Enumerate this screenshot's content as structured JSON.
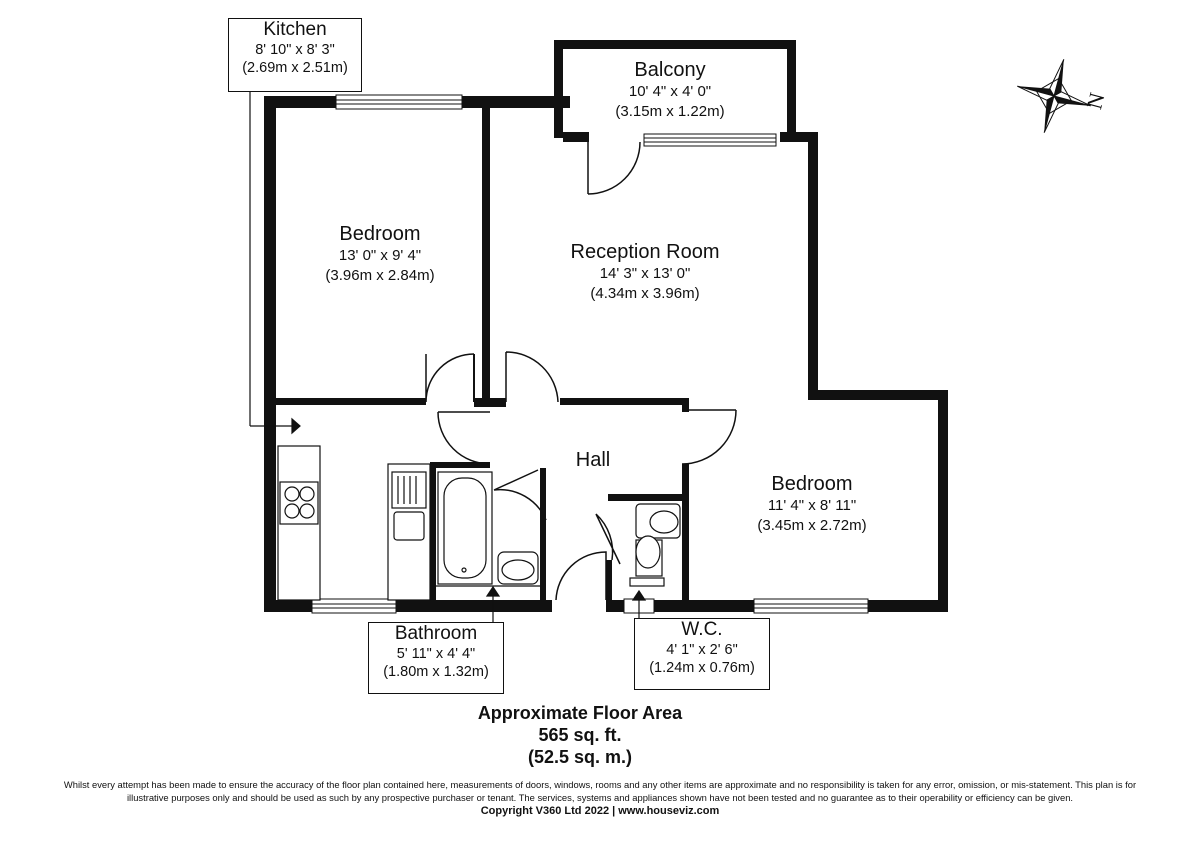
{
  "rooms": {
    "kitchen": {
      "name": "Kitchen",
      "imperial": "8' 10\" x 8' 3\"",
      "metric": "(2.69m x 2.51m)"
    },
    "balcony": {
      "name": "Balcony",
      "imperial": "10' 4\" x 4' 0\"",
      "metric": "(3.15m x 1.22m)"
    },
    "bedroom1": {
      "name": "Bedroom",
      "imperial": "13' 0\" x 9' 4\"",
      "metric": "(3.96m x 2.84m)"
    },
    "reception": {
      "name": "Reception Room",
      "imperial": "14' 3\" x 13' 0\"",
      "metric": "(4.34m x 3.96m)"
    },
    "hall": {
      "name": "Hall"
    },
    "bedroom2": {
      "name": "Bedroom",
      "imperial": "11' 4\" x 8' 11\"",
      "metric": "(3.45m x 2.72m)"
    },
    "bathroom": {
      "name": "Bathroom",
      "imperial": "5' 11\" x 4' 4\"",
      "metric": "(1.80m x 1.32m)"
    },
    "wc": {
      "name": "W.C.",
      "imperial": "4' 1\" x 2' 6\"",
      "metric": "(1.24m x 0.76m)"
    }
  },
  "compass": {
    "label": "N"
  },
  "area": {
    "title": "Approximate Floor Area",
    "imperial": "565 sq. ft.",
    "metric": "(52.5 sq. m.)"
  },
  "disclaimer": {
    "line1": "Whilst every attempt has been made to ensure the accuracy of the floor plan contained here, measurements of doors, windows, rooms and any other items are approximate and no responsibility is taken for any error, omission, or mis-statement. This plan is for",
    "line2": "illustrative purposes only and should be used as such by any prospective purchaser or tenant. The services, systems and appliances shown have not been tested and no guarantee as to their operability or efficiency can be given."
  },
  "copyright": "Copyright V360 Ltd 2022 | www.houseviz.com",
  "colors": {
    "wall": "#111111",
    "background": "#ffffff"
  }
}
